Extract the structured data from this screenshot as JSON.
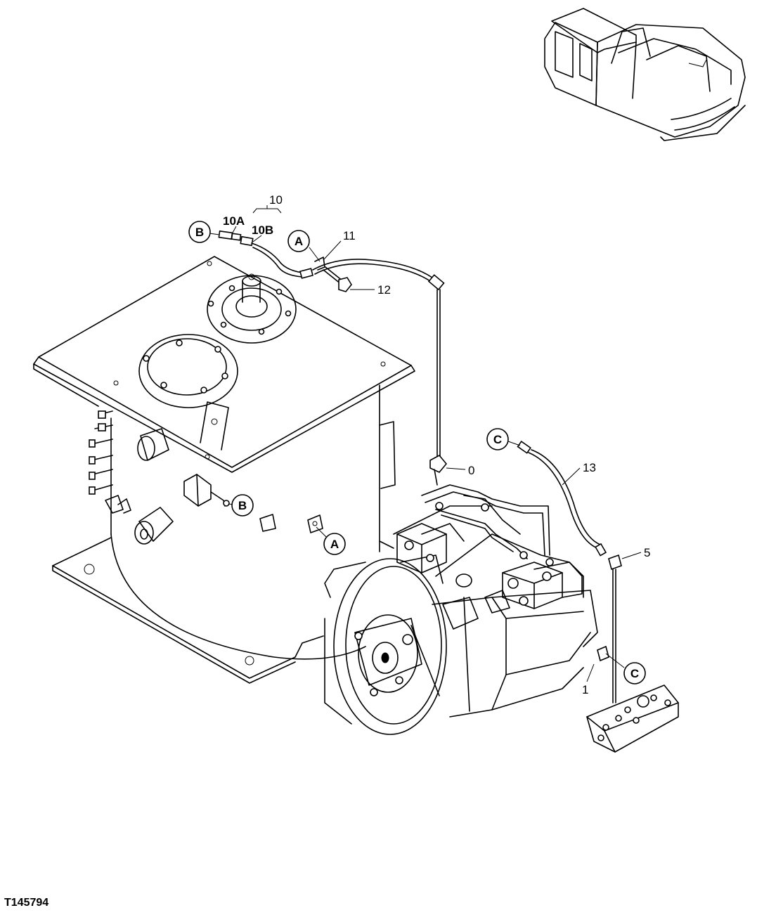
{
  "figure_id": "T145794",
  "part_numbers": {
    "p0": "0",
    "p1": "1",
    "p5": "5",
    "p10": "10",
    "p10a": "10A",
    "p10b": "10B",
    "p11": "11",
    "p12": "12",
    "p13": "13"
  },
  "connection_refs": {
    "a_top": "A",
    "a_bottom": "A",
    "b_top": "B",
    "b_mid": "B",
    "c_top": "C",
    "c_bottom": "C"
  }
}
